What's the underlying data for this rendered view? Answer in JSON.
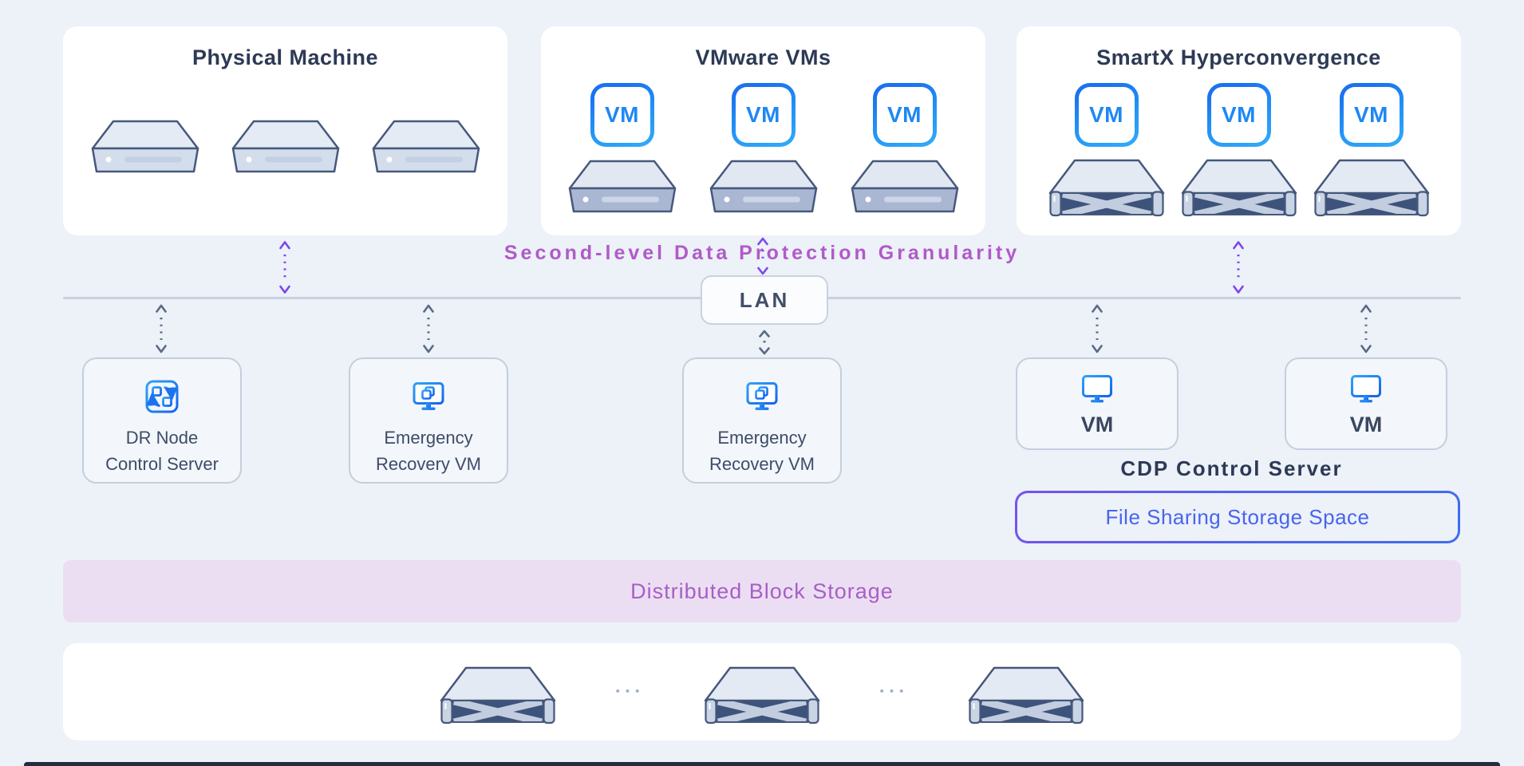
{
  "colors": {
    "background": "#edf1f8",
    "card_background": "#ffffff",
    "title_text": "#2d3a55",
    "vm_badge_gradient_start": "#1a72f1",
    "vm_badge_gradient_end": "#33abf8",
    "icon_gradient_start": "#30a2f7",
    "icon_gradient_end": "#1463ee",
    "purple_annotation_text": "#b05ac9",
    "purple_arrow": "#7b46ef",
    "gray_arrow": "#5a6a85",
    "network_line": "#c9d1e0",
    "node_border": "#c5cede",
    "node_background": "#f3f6fa",
    "node_text": "#3e4c68",
    "file_box_text": "#4765ee",
    "file_box_border_gradient_start": "#7652f1",
    "file_box_border_gradient_end": "#3f6df2",
    "storage_band_background": "#ecdef2",
    "storage_band_text": "#a75fc6",
    "server_dark_front": "#3e537b"
  },
  "cards": {
    "physical": {
      "title": "Physical Machine"
    },
    "vmware": {
      "title": "VMware VMs"
    },
    "smartx": {
      "title": "SmartX Hyperconvergence"
    }
  },
  "labels": {
    "vm_badge": "VM"
  },
  "annotations": {
    "granularity": "Second-level Data Protection Granularity"
  },
  "network": {
    "lan": "LAN"
  },
  "nodes": {
    "dr": {
      "line1": "DR Node",
      "line2": "Control Server"
    },
    "er1": {
      "line1": "Emergency",
      "line2": "Recovery VM"
    },
    "er2": {
      "line1": "Emergency",
      "line2": "Recovery VM"
    },
    "vm1": {
      "label": "VM"
    },
    "vm2": {
      "label": "VM"
    },
    "cdp_label": "CDP Control Server"
  },
  "storage": {
    "file_sharing": "File Sharing Storage Space",
    "block_band": "Distributed Block Storage",
    "ellipsis": "•••"
  }
}
